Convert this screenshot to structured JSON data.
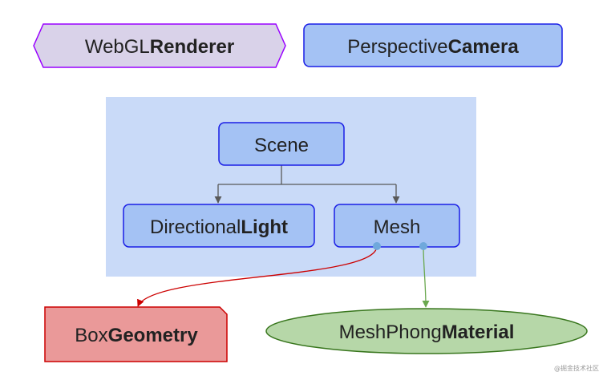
{
  "nodes": {
    "renderer": {
      "prefix": "WebGL",
      "bold": "Renderer"
    },
    "camera": {
      "prefix": "Perspective",
      "bold": "Camera"
    },
    "scene": {
      "prefix": "Scene",
      "bold": ""
    },
    "light": {
      "prefix": "Directional",
      "bold": "Light"
    },
    "mesh": {
      "prefix": "Mesh",
      "bold": ""
    },
    "geometry": {
      "prefix": "Box",
      "bold": "Geometry"
    },
    "material": {
      "prefix": "MeshPhong",
      "bold": "Material"
    }
  },
  "watermark": "@掘金技术社区",
  "colors": {
    "blue_fill": "#a4c2f4",
    "blue_stroke": "#1a1ee6",
    "group_fill": "#c9daf8",
    "purple_fill": "#d9d2e9",
    "purple_stroke": "#9900ff",
    "red_fill": "#ea9999",
    "red_stroke": "#cc0000",
    "green_fill": "#b6d7a8",
    "green_stroke": "#38761d"
  }
}
